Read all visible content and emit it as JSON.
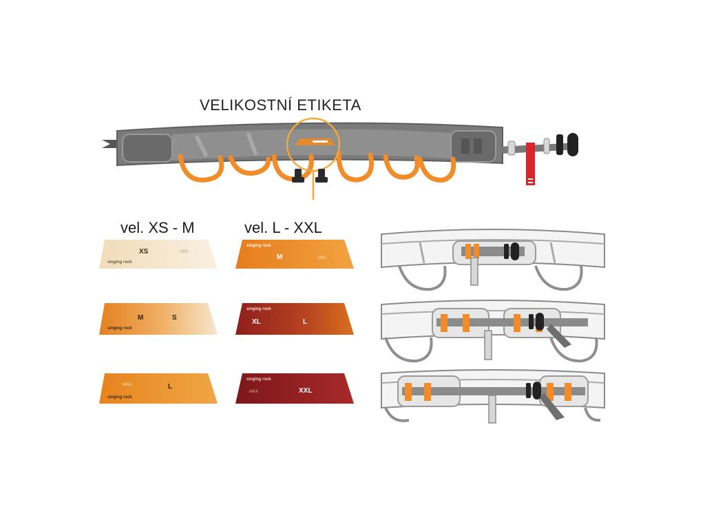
{
  "title": "VELIKOSTNÍ ETIKETA",
  "columns": [
    {
      "title": "vel. XS - M"
    },
    {
      "title": "vel. L - XXL"
    }
  ],
  "brand": "singing rock",
  "labels": [
    {
      "sizes": [
        "XS"
      ],
      "mark": "MIN.",
      "colors": [
        "#f7eedd",
        "#f2dcb8"
      ]
    },
    {
      "sizes": [
        "M",
        "S"
      ],
      "mark": "",
      "colors": [
        "#e5801f",
        "#f5dcb3"
      ]
    },
    {
      "sizes": [
        "L"
      ],
      "mark": "MAX.",
      "colors": [
        "#e6841f",
        "#f0a645"
      ]
    },
    {
      "sizes": [
        "M"
      ],
      "mark": "MIN.",
      "colors": [
        "#e57d1e",
        "#f3a240"
      ]
    },
    {
      "sizes": [
        "XL",
        "L"
      ],
      "mark": "",
      "colors": [
        "#8e1f1d",
        "#d0661e"
      ]
    },
    {
      "sizes": [
        "XXL"
      ],
      "mark": "MAX.",
      "colors": [
        "#7c1719",
        "#a8292a"
      ]
    }
  ],
  "colors": {
    "orange": "#f28c28",
    "gray": "#6f6f6f",
    "dark": "#222222",
    "red_tag": "#d8262c"
  }
}
